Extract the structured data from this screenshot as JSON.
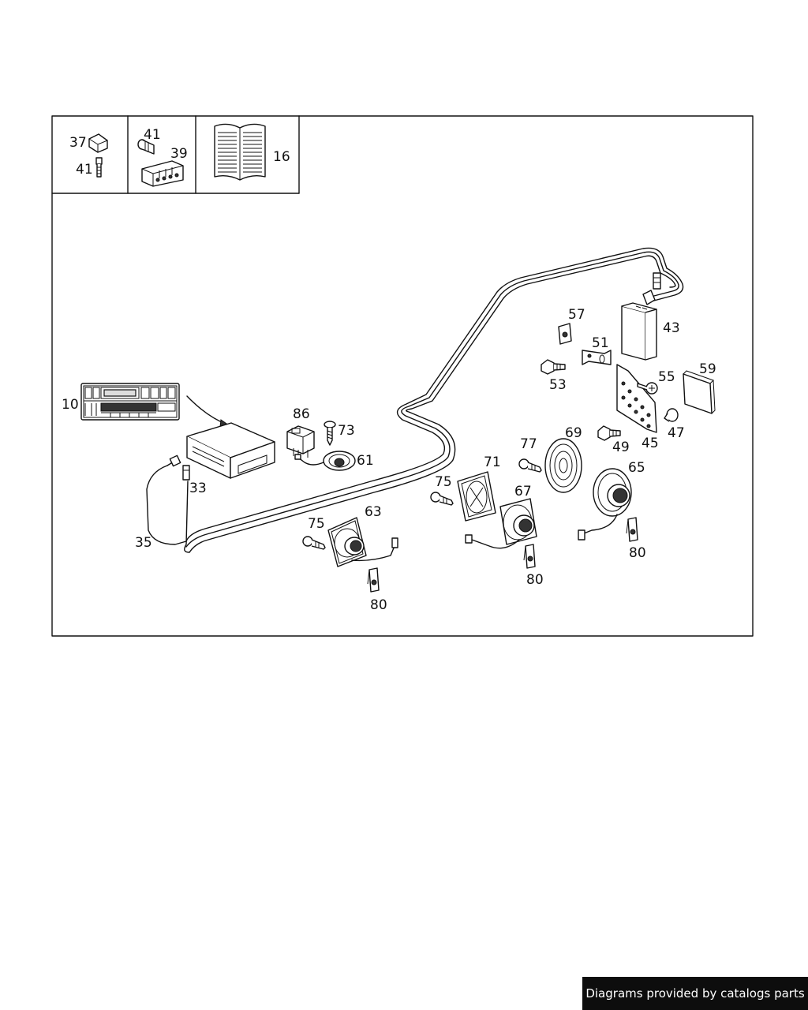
{
  "callouts": {
    "c10": "10",
    "c16": "16",
    "c33": "33",
    "c35": "35",
    "c37": "37",
    "c39": "39",
    "c41a": "41",
    "c41b": "41",
    "c43": "43",
    "c45": "45",
    "c47": "47",
    "c49": "49",
    "c51": "51",
    "c53": "53",
    "c55": "55",
    "c57": "57",
    "c59": "59",
    "c61": "61",
    "c63": "63",
    "c65": "65",
    "c67": "67",
    "c69": "69",
    "c71": "71",
    "c73": "73",
    "c75a": "75",
    "c75b": "75",
    "c77": "77",
    "c80a": "80",
    "c80b": "80",
    "c80c": "80",
    "c86": "86"
  },
  "footer": {
    "text": "Diagrams provided by catalogs parts"
  },
  "colors": {
    "line": "#111111",
    "footer_bg": "#0d0d0d",
    "footer_text": "#ffffff"
  }
}
